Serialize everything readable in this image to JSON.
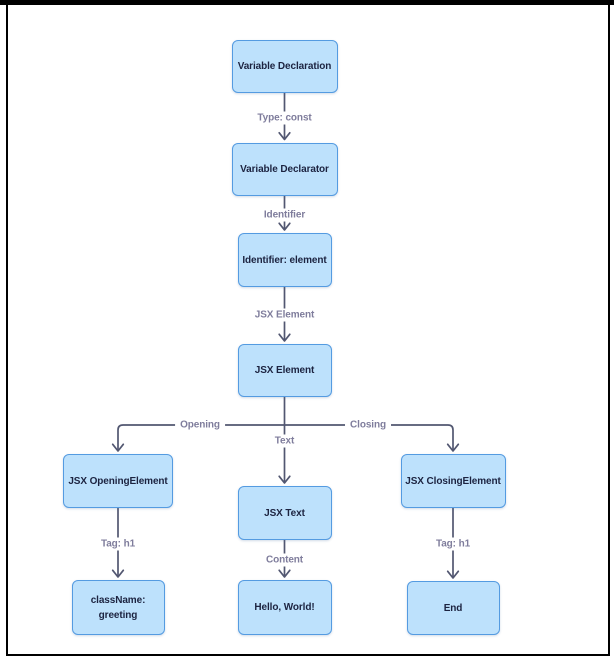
{
  "diagram": {
    "type": "flowchart",
    "direction": "top-down",
    "nodes": [
      {
        "id": "variable-declaration",
        "label": "Variable Declaration"
      },
      {
        "id": "variable-declarator",
        "label": "Variable Declarator"
      },
      {
        "id": "identifier-element",
        "label": "Identifier: element"
      },
      {
        "id": "jsx-element",
        "label": "JSX Element"
      },
      {
        "id": "jsx-opening-element",
        "label": "JSX OpeningElement"
      },
      {
        "id": "jsx-text",
        "label": "JSX Text"
      },
      {
        "id": "jsx-closing-element",
        "label": "JSX ClosingElement"
      },
      {
        "id": "classname-greeting",
        "label": "className: greeting"
      },
      {
        "id": "hello-world",
        "label": "Hello, World!"
      },
      {
        "id": "end",
        "label": "End"
      }
    ],
    "edges": [
      {
        "from": "variable-declaration",
        "to": "variable-declarator",
        "label": "Type: const"
      },
      {
        "from": "variable-declarator",
        "to": "identifier-element",
        "label": "Identifier"
      },
      {
        "from": "identifier-element",
        "to": "jsx-element",
        "label": "JSX Element"
      },
      {
        "from": "jsx-element",
        "to": "jsx-opening-element",
        "label": "Opening"
      },
      {
        "from": "jsx-element",
        "to": "jsx-text",
        "label": "Text"
      },
      {
        "from": "jsx-element",
        "to": "jsx-closing-element",
        "label": "Closing"
      },
      {
        "from": "jsx-opening-element",
        "to": "classname-greeting",
        "label": "Tag: h1"
      },
      {
        "from": "jsx-text",
        "to": "hello-world",
        "label": "Content"
      },
      {
        "from": "jsx-closing-element",
        "to": "end",
        "label": "Tag: h1"
      }
    ],
    "colors": {
      "node_fill": "#BDE1FC",
      "node_border": "#549BE1",
      "node_text": "#1C2340",
      "edge_line": "#525771",
      "edge_label": "#7F7D9C",
      "background": "#FFFFFF",
      "frame": "#000000"
    }
  }
}
